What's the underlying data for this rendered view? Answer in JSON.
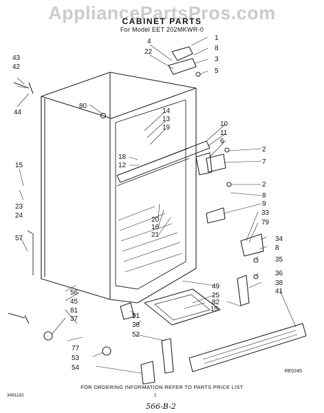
{
  "watermark": "AppliancePartsPros.com",
  "title": "CABINET PARTS",
  "subtitle": "For Model EET 202MKWR-0",
  "note": "FOR ORDERING INFORMATION REFER TO PARTS PRICE LIST",
  "reference": "RE0245",
  "doc_code": "3491192",
  "page_number": "2",
  "handwritten": "566-B-2",
  "callouts": {
    "c1": "1",
    "c8a": "8",
    "c3": "3",
    "c5": "5",
    "c4": "4",
    "c22": "22",
    "c43": "43",
    "c42": "42",
    "c44": "44",
    "c80": "80",
    "c14": "14",
    "c13": "13",
    "c19": "19",
    "c10": "10",
    "c11": "11",
    "c6": "6",
    "c2a": "2",
    "c7": "7",
    "c18": "18",
    "c12": "12",
    "c2b": "2",
    "c8b": "8",
    "c9": "9",
    "c15a": "15",
    "c23": "23",
    "c24": "24",
    "c20": "20",
    "c16": "16",
    "c21": "21",
    "c33": "33",
    "c79": "79",
    "c34": "34",
    "c8c": "8",
    "c57": "57",
    "c35": "35",
    "c36": "36",
    "c49": "49",
    "c25": "25",
    "c38a": "38",
    "c82": "82",
    "c41": "41",
    "c56": "56",
    "c45": "45",
    "c81": "81",
    "c37": "37",
    "c51": "51",
    "c38b": "38",
    "c52": "52",
    "c15b": "15",
    "c77": "77",
    "c53": "53",
    "c54": "54"
  }
}
